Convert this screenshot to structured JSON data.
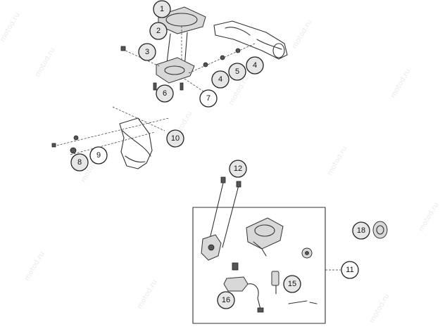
{
  "watermark": "motod.ru",
  "callouts": [
    {
      "label": "1"
    },
    {
      "label": "2"
    },
    {
      "label": "3"
    },
    {
      "label": "4"
    },
    {
      "label": "5"
    },
    {
      "label": "4"
    },
    {
      "label": "6"
    },
    {
      "label": "7"
    },
    {
      "label": "8"
    },
    {
      "label": "9"
    },
    {
      "label": "10"
    },
    {
      "label": "12"
    },
    {
      "label": "18"
    },
    {
      "label": "11"
    },
    {
      "label": "15"
    },
    {
      "label": "16"
    }
  ]
}
